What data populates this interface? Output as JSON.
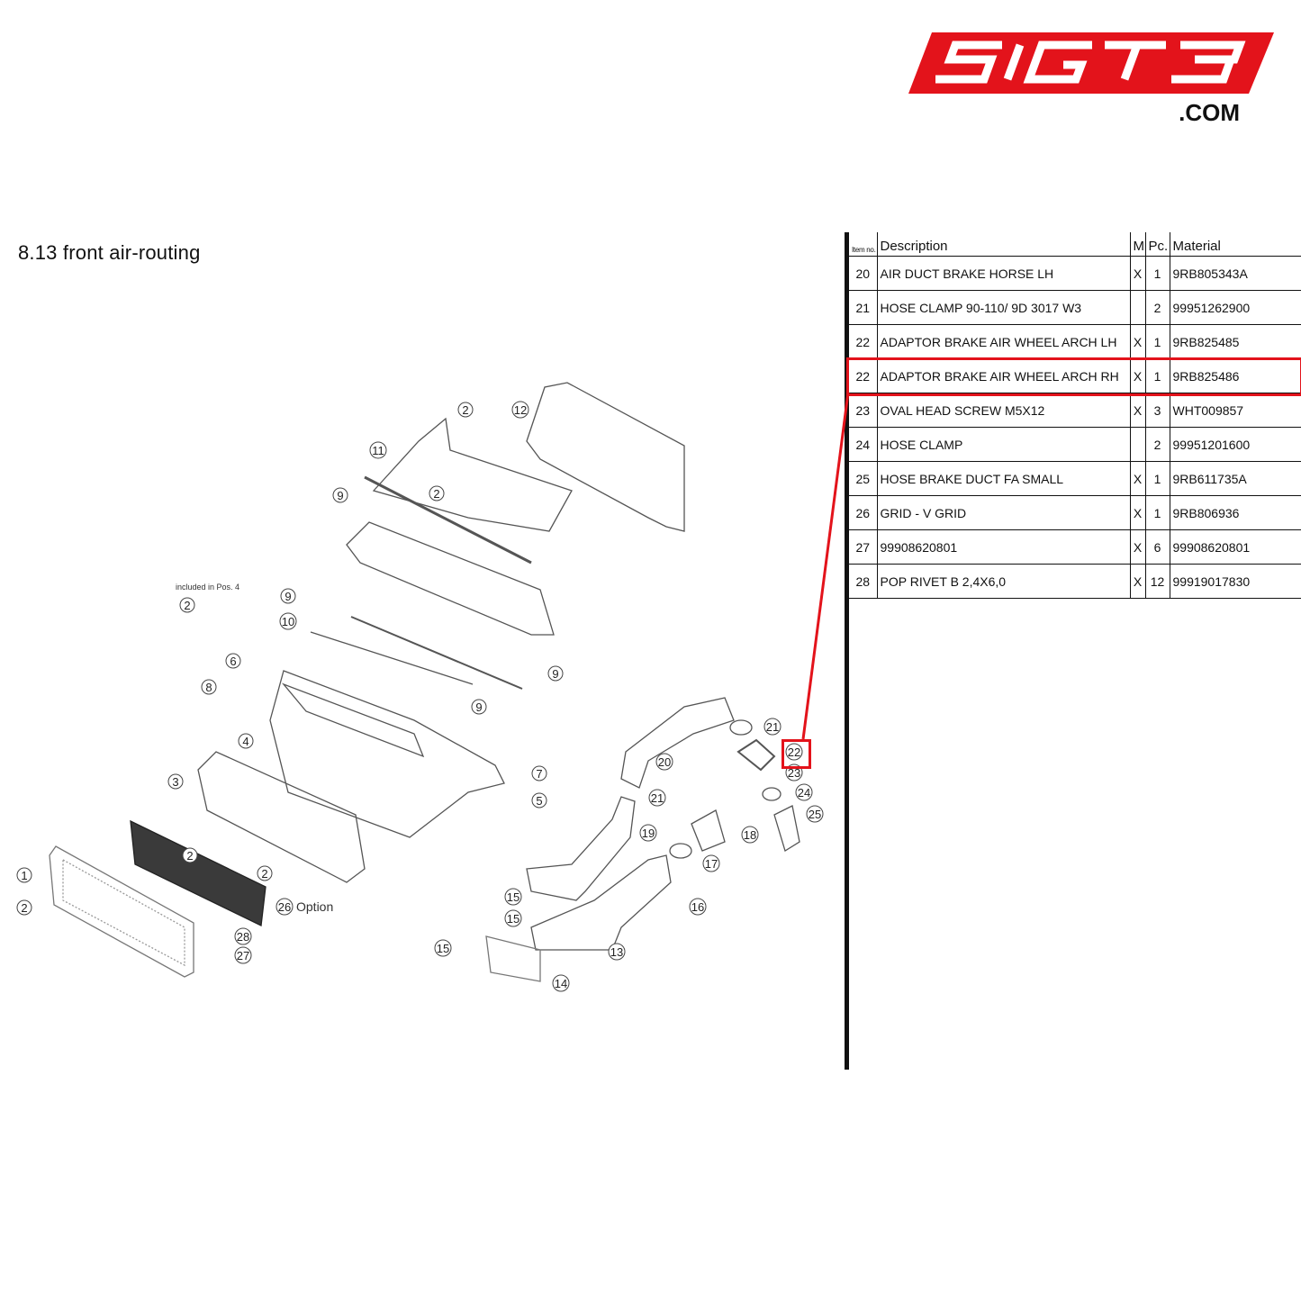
{
  "logo": {
    "text": "SIGT3",
    "domain": ".COM",
    "brand_color": "#e3131b"
  },
  "section_title": "8.13  front air-routing",
  "diagram": {
    "note": "included in Pos. 4",
    "option_label": "Option",
    "callouts": [
      "1",
      "2",
      "3",
      "4",
      "5",
      "6",
      "7",
      "8",
      "9",
      "10",
      "11",
      "12",
      "13",
      "14",
      "15",
      "16",
      "17",
      "18",
      "19",
      "20",
      "21",
      "22",
      "23",
      "24",
      "25",
      "26",
      "27",
      "28"
    ],
    "highlighted_callout": "22"
  },
  "table": {
    "headers": {
      "item": "Item no.",
      "description": "Description",
      "m": "M",
      "pc": "Pc.",
      "material": "Material"
    },
    "rows": [
      {
        "item": "20",
        "description": "AIR DUCT BRAKE HORSE LH",
        "m": "X",
        "pc": "1",
        "material": "9RB805343A"
      },
      {
        "item": "21",
        "description": "HOSE CLAMP 90-110/ 9D 3017 W3",
        "m": "",
        "pc": "2",
        "material": "99951262900"
      },
      {
        "item": "22",
        "description": "ADAPTOR BRAKE AIR WHEEL ARCH LH",
        "m": "X",
        "pc": "1",
        "material": "9RB825485"
      },
      {
        "item": "22",
        "description": "ADAPTOR BRAKE AIR WHEEL ARCH RH",
        "m": "X",
        "pc": "1",
        "material": "9RB825486"
      },
      {
        "item": "23",
        "description": "OVAL HEAD SCREW M5X12",
        "m": "X",
        "pc": "3",
        "material": "WHT009857"
      },
      {
        "item": "24",
        "description": "HOSE CLAMP",
        "m": "",
        "pc": "2",
        "material": "99951201600"
      },
      {
        "item": "25",
        "description": "HOSE BRAKE DUCT FA SMALL",
        "m": "X",
        "pc": "1",
        "material": "9RB611735A"
      },
      {
        "item": "26",
        "description": "GRID - V GRID",
        "m": "X",
        "pc": "1",
        "material": "9RB806936"
      },
      {
        "item": "27",
        "description": "99908620801",
        "m": "X",
        "pc": "6",
        "material": "99908620801"
      },
      {
        "item": "28",
        "description": "POP RIVET B 2,4X6,0",
        "m": "X",
        "pc": "12",
        "material": "99919017830"
      }
    ],
    "highlighted_row": 3,
    "highlight_color": "#e3131b"
  }
}
